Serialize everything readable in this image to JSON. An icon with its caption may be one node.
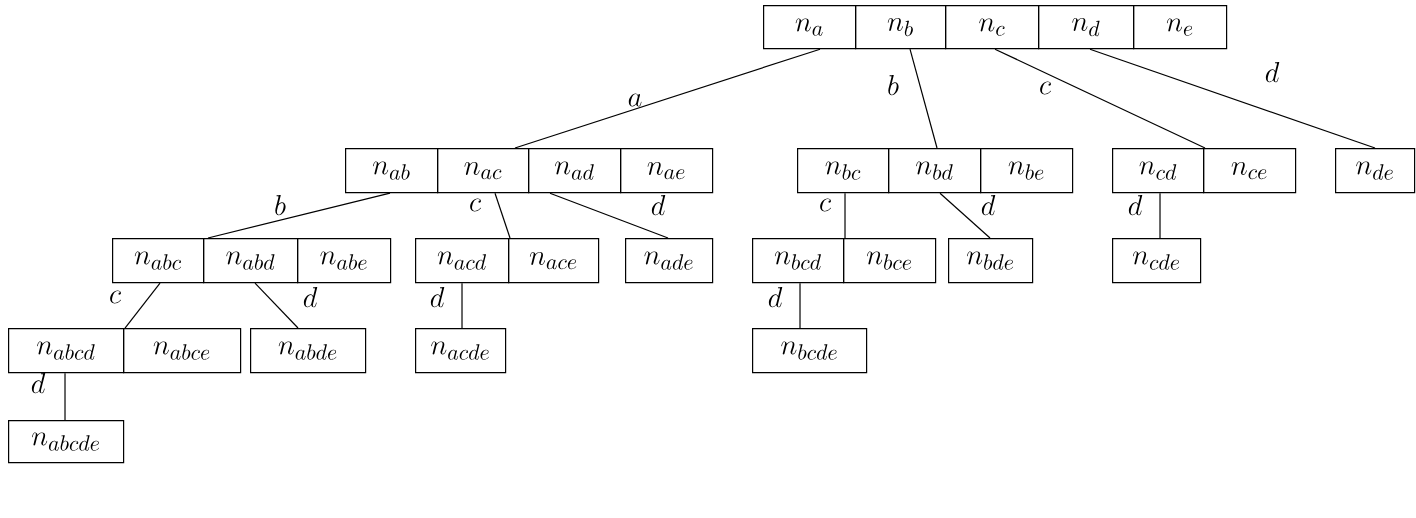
{
  "diagram": {
    "nodes": [
      {
        "text": [
          "n_{a}"
        ]
      },
      {
        "text": [
          "n_{b}"
        ]
      },
      {
        "text": [
          "n_{c}"
        ]
      },
      {
        "text": [
          "n_{d}"
        ]
      },
      {
        "text": [
          "n_{e}"
        ]
      },
      {
        "text": [
          "n_{ab}"
        ]
      },
      {
        "text": [
          "n_{ac}"
        ]
      },
      {
        "text": [
          "n_{ad}"
        ]
      },
      {
        "text": [
          "n_{ae}"
        ]
      },
      {
        "text": [
          "n_{bc}"
        ]
      },
      {
        "text": [
          "n_{bd}"
        ]
      },
      {
        "text": [
          "n_{be}"
        ]
      },
      {
        "text": [
          "n_{cd}"
        ]
      },
      {
        "text": [
          "n_{ce}"
        ]
      },
      {
        "text": [
          "n_{de}"
        ]
      },
      {
        "text": [
          "n_{abc}"
        ]
      },
      {
        "text": [
          "n_{abd}"
        ]
      },
      {
        "text": [
          "n_{abe}"
        ]
      },
      {
        "text": [
          "n_{acd}"
        ]
      },
      {
        "text": [
          "n_{ace}"
        ]
      },
      {
        "text": [
          "n_{ade}"
        ]
      },
      {
        "text": [
          "n_{bcd}"
        ]
      },
      {
        "text": [
          "n_{bce}"
        ]
      },
      {
        "text": [
          "n_{bde}"
        ]
      },
      {
        "text": [
          "n_{cde}"
        ]
      },
      {
        "text": [
          "n_{abcd}"
        ]
      },
      {
        "text": [
          "n_{abce}"
        ]
      },
      {
        "text": [
          "n_{abde}"
        ]
      },
      {
        "text": [
          "n_{acde}"
        ]
      },
      {
        "text": [
          "n_{bcde}"
        ]
      },
      {
        "text": [
          "n_{abcde}"
        ]
      }
    ],
    "edges": [
      {
        "from": 0,
        "to": 6,
        "arrow": "none",
        "label": "a"
      },
      {
        "from": 1,
        "to": 10,
        "arrow": "none",
        "label": "b"
      },
      {
        "from": 2,
        "to": 12,
        "arrow": "none",
        "label": "c"
      },
      {
        "from": 3,
        "to": 14,
        "arrow": "none",
        "label": "d"
      },
      {
        "from": 5,
        "to": 16,
        "arrow": "none",
        "label": "b"
      },
      {
        "from": 6,
        "to": 18,
        "arrow": "none",
        "label": "c"
      },
      {
        "from": 7,
        "to": 20,
        "arrow": "none",
        "label": "d"
      },
      {
        "from": 9,
        "to": 21,
        "arrow": "none",
        "label": "c"
      },
      {
        "from": 10,
        "to": 23,
        "arrow": "none",
        "label": "d"
      },
      {
        "from": 12,
        "to": 24,
        "arrow": "none",
        "label": "d"
      },
      {
        "from": 15,
        "to": 25,
        "arrow": "none",
        "label": "c"
      },
      {
        "from": 16,
        "to": 27,
        "arrow": "none",
        "label": "d"
      },
      {
        "from": 18,
        "to": 28,
        "arrow": "none",
        "label": "d"
      },
      {
        "from": 21,
        "to": 29,
        "arrow": "none",
        "label": "d"
      },
      {
        "from": 25,
        "to": 30,
        "arrow": "none",
        "label": "d"
      }
    ]
  }
}
